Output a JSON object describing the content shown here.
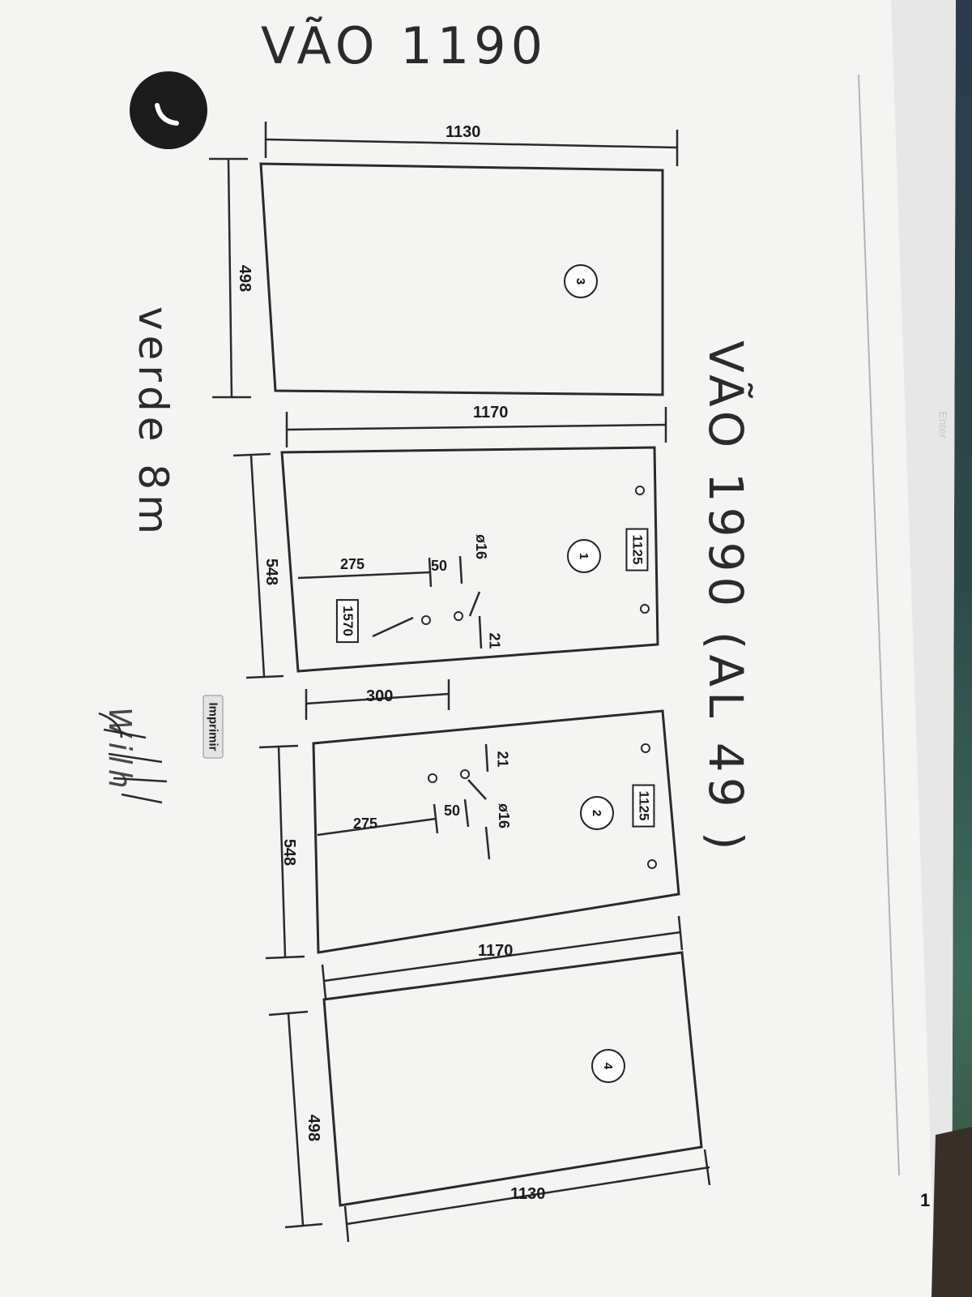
{
  "header": {
    "vao_top": "VÃO 1190",
    "vao_main": "VÃO 1990 (AL 49 )",
    "handwritten_note": "verde 8m",
    "signature": "Wilh"
  },
  "panels": [
    {
      "number": "3",
      "width_label": "1130",
      "height_label": "498"
    },
    {
      "number": "1",
      "width_label": "1170",
      "height_label": "548",
      "hinge_label": "1125",
      "offset_label": "275",
      "spacing_label": "50",
      "hole_label": "ø16",
      "edge_label": "21",
      "handle_label": "1570"
    },
    {
      "number": "2",
      "width_label": "1170",
      "height_label": "548",
      "hinge_label": "1125",
      "offset_label": "275",
      "spacing_label": "50",
      "hole_label": "ø16",
      "edge_label": "21"
    },
    {
      "number": "4",
      "width_label": "1130",
      "height_label": "498"
    }
  ],
  "gap_label": "300",
  "print_button": "Imprimir",
  "page_number": "1",
  "keyboard_key": "Enter"
}
